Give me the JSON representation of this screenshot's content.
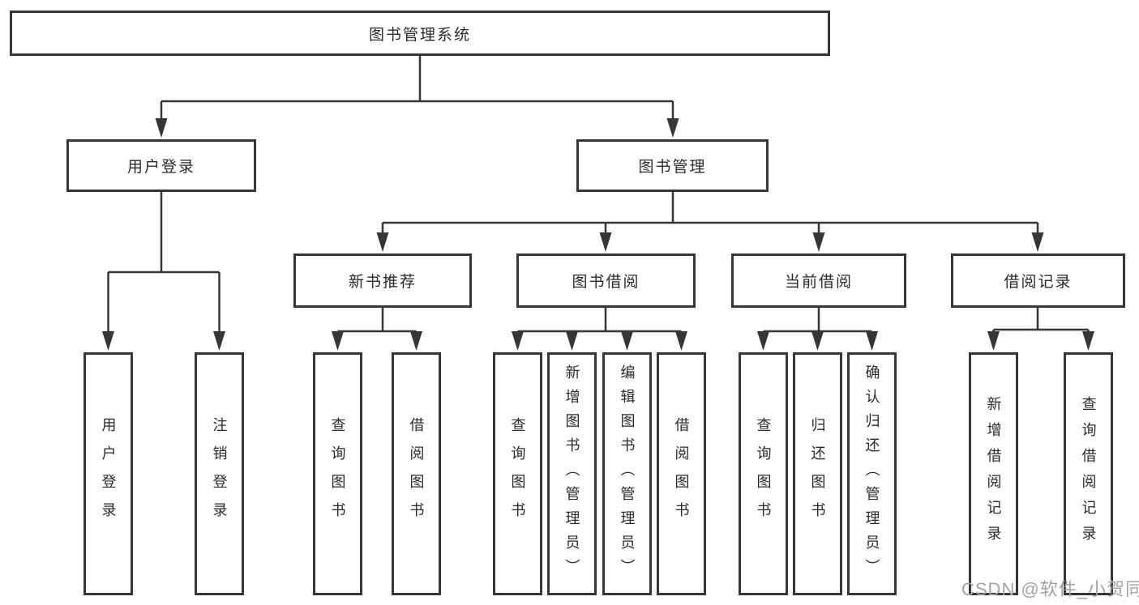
{
  "watermark": "CSDN @软件_小贺同学",
  "colors": {
    "line": "#363636",
    "box_border": "#363636",
    "text": "#2a2a2a",
    "watermark_text": "#a5a2a2",
    "background": "#ffffff"
  },
  "tree": {
    "root": "图书管理系统",
    "branches": [
      {
        "label": "用户登录",
        "leaves": [
          "用户登录",
          "注销登录"
        ]
      },
      {
        "label": "图书管理",
        "sections": [
          {
            "label": "新书推荐",
            "leaves": [
              "查询图书",
              "借阅图书"
            ]
          },
          {
            "label": "图书借阅",
            "leaves": [
              "查询图书",
              "新增图书（管理员）",
              "编辑图书（管理员）",
              "借阅图书"
            ]
          },
          {
            "label": "当前借阅",
            "leaves": [
              "查询图书",
              "归还图书",
              "确认归还（管理员）"
            ]
          },
          {
            "label": "借阅记录",
            "leaves": [
              "新增借阅记录",
              "查询借阅记录"
            ]
          }
        ]
      }
    ]
  }
}
